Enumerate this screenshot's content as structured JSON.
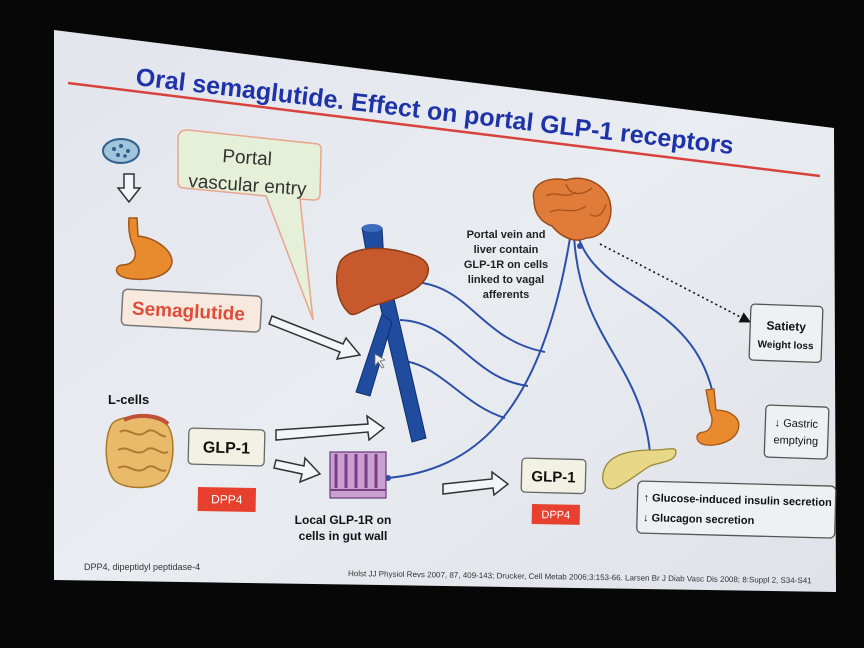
{
  "slide": {
    "title": "Oral semaglutide. Effect on portal GLP-1 receptors",
    "callout_line1": "Portal",
    "callout_line2": "vascular entry",
    "semaglutide": "Semaglutide",
    "portal_note": [
      "Portal vein and",
      "liver contain",
      "GLP-1R on cells",
      "linked to vagal",
      "afferents"
    ],
    "l_cells": "L-cells",
    "glp1_left": "GLP-1",
    "dpp4_left": "DPP4",
    "local_note_line1": "Local GLP-1R on",
    "local_note_line2": "cells in gut wall",
    "glp1_right": "GLP-1",
    "dpp4_right": "DPP4",
    "satiety": "Satiety",
    "weight_loss": "Weight loss",
    "gastric_line1": "↓ Gastric",
    "gastric_line2": "emptying",
    "insulin_line": "↑ Glucose-induced insulin secretion",
    "glucagon_line": "↓ Glucagon secretion",
    "footnote": "DPP4, dipeptidyl peptidase-4",
    "reference": "Holst JJ Physiol Revs 2007, 87, 409-143; Drucker, Cell Metab 2006;3:153-66. Larsen Br J Diab Vasc Dis 2008; 8:Suppl 2, S34-S41"
  },
  "colors": {
    "title": "#1f33a8",
    "red_line": "#d9423a",
    "semaglutide_text": "#e04b3a",
    "dpp4_fill": "#e8402e",
    "nerve": "#2c4fa8",
    "vein": "#1f4c9f",
    "liver": "#c65a2c",
    "brain": "#e07b3a"
  }
}
